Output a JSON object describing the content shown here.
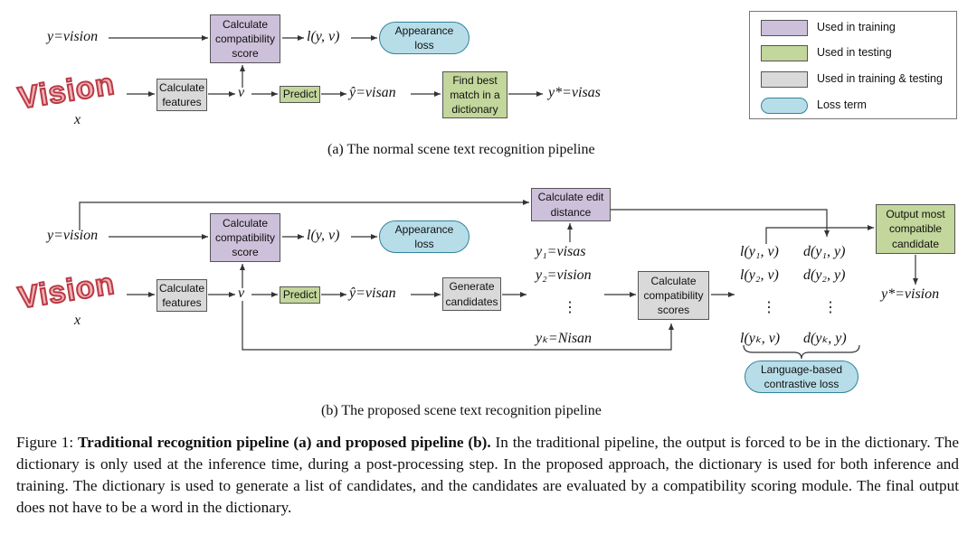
{
  "colors": {
    "used_in_training": "#ccc0da",
    "used_in_testing": "#c3d69b",
    "used_in_training_and_testing": "#d9d9d9",
    "loss_term": "#b7dde8",
    "logo_fill": "#f3b1b5",
    "logo_stroke": "#b83a45"
  },
  "legend": {
    "training": "Used in training",
    "testing": "Used in testing",
    "both": "Used in training & testing",
    "loss": "Loss term"
  },
  "logo_word": "Vision",
  "panel_a": {
    "input_label": "y=vision",
    "x_label": "x",
    "calc_compat": [
      "Calculate",
      "compatibility",
      "score"
    ],
    "l_yv": "l(y, v)",
    "appearance_loss": [
      "Appearance",
      "loss"
    ],
    "calc_features": [
      "Calculate",
      "features"
    ],
    "v_label": "v",
    "predict": "Predict",
    "yhat": "ŷ=visan",
    "find_best": [
      "Find best",
      "match in a",
      "dictionary"
    ],
    "ystar": "y*=visas",
    "caption": "(a) The normal scene text recognition pipeline"
  },
  "panel_b": {
    "input_label": "y=vision",
    "x_label": "x",
    "calc_compat": [
      "Calculate",
      "compatibility",
      "score"
    ],
    "l_yv": "l(y, v)",
    "appearance_loss": [
      "Appearance",
      "loss"
    ],
    "calc_features": [
      "Calculate",
      "features"
    ],
    "v_label": "v",
    "predict": "Predict",
    "yhat": "ŷ=visan",
    "generate": [
      "Generate",
      "candidates"
    ],
    "edit_distance": [
      "Calculate edit",
      "distance"
    ],
    "candidates": [
      "y₁=visas",
      "y₂=vision",
      "⋮",
      "yₖ=Nisan"
    ],
    "calc_scores": [
      "Calculate",
      "compatibility",
      "scores"
    ],
    "l_cols": [
      "l(y₁, v)",
      "l(y₂, v)",
      "⋮",
      "l(yₖ, v)"
    ],
    "d_cols": [
      "d(y₁, y)",
      "d(y₂, y)",
      "⋮",
      "d(yₖ, y)"
    ],
    "contrastive": [
      "Language-based",
      "contrastive loss"
    ],
    "output_most": [
      "Output most",
      "compatible",
      "candidate"
    ],
    "ystar": "y*=vision",
    "caption": "(b) The proposed scene text recognition pipeline"
  },
  "figure_caption": {
    "label": "Figure 1: ",
    "bold": "Traditional recognition pipeline (a) and proposed pipeline (b).",
    "text": " In the traditional pipeline, the output is forced to be in the dictionary. The dictionary is only used at the inference time, during a post-processing step. In the proposed approach, the dictionary is used for both inference and training. The dictionary is used to generate a list of candidates, and the candidates are evaluated by a compatibility scoring module. The final output does not have to be a word in the dictionary."
  }
}
